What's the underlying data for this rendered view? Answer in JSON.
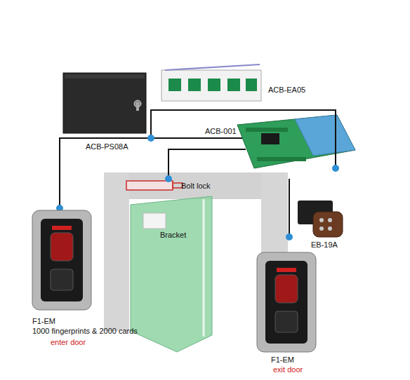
{
  "diagram": {
    "labels": [
      "ACB-EA05",
      "ACB-001",
      "ACB-PS08A",
      "Bolt lock",
      "Bracket",
      "EB-19A",
      "F1-EM",
      "1000 fingerprints & 2000 cards",
      "enter door",
      "F1-EM",
      "exit door"
    ]
  }
}
